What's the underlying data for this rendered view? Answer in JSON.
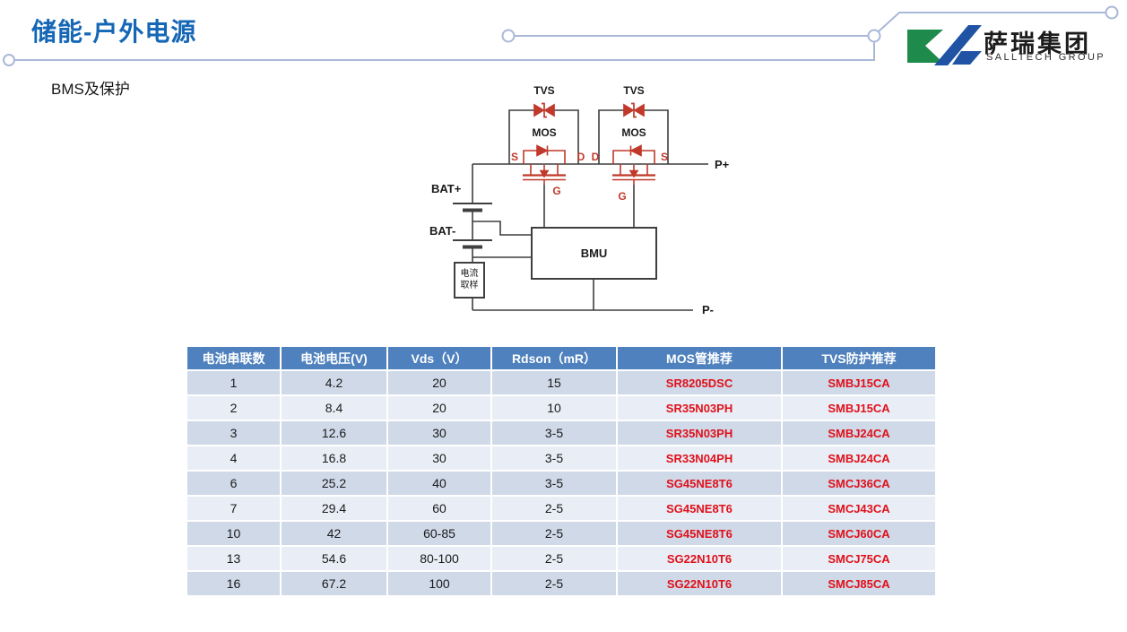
{
  "slide": {
    "title": "储能-户外电源",
    "subtitle": "BMS及保护"
  },
  "logo": {
    "name_cn": "萨瑞集团",
    "name_en": "SALLTECH GROUP"
  },
  "diagram": {
    "labels": {
      "tvs1": "TVS",
      "tvs2": "TVS",
      "mos1": "MOS",
      "mos2": "MOS",
      "mos1_s": "S",
      "mos1_d": "D",
      "mos1_g": "G",
      "mos2_d": "D",
      "mos2_s": "S",
      "mos2_g": "G",
      "bat_plus": "BAT+",
      "bat_minus": "BAT-",
      "bmu": "BMU",
      "current_sample": "电流取样",
      "p_plus": "P+",
      "p_minus": "P-"
    },
    "colors": {
      "symbol_red": "#c0392b",
      "wire": "#3f3f3f"
    }
  },
  "table": {
    "headers": [
      "电池串联数",
      "电池电压(V)",
      "Vds（V）",
      "Rdson（mR）",
      "MOS管推荐",
      "TVS防护推荐"
    ],
    "rows": [
      [
        "1",
        "4.2",
        "20",
        "15",
        "SR8205DSC",
        "SMBJ15CA"
      ],
      [
        "2",
        "8.4",
        "20",
        "10",
        "SR35N03PH",
        "SMBJ15CA"
      ],
      [
        "3",
        "12.6",
        "30",
        "3-5",
        "SR35N03PH",
        "SMBJ24CA"
      ],
      [
        "4",
        "16.8",
        "30",
        "3-5",
        "SR33N04PH",
        "SMBJ24CA"
      ],
      [
        "6",
        "25.2",
        "40",
        "3-5",
        "SG45NE8T6",
        "SMCJ36CA"
      ],
      [
        "7",
        "29.4",
        "60",
        "2-5",
        "SG45NE8T6",
        "SMCJ43CA"
      ],
      [
        "10",
        "42",
        "60-85",
        "2-5",
        "SG45NE8T6",
        "SMCJ60CA"
      ],
      [
        "13",
        "54.6",
        "80-100",
        "2-5",
        "SG22N10T6",
        "SMCJ75CA"
      ],
      [
        "16",
        "67.2",
        "100",
        "2-5",
        "SG22N10T6",
        "SMCJ85CA"
      ]
    ],
    "colors": {
      "header_bg": "#4e81bd",
      "row_dark": "#cfd9e8",
      "row_light": "#e9edf5",
      "part_red": "#e0101a"
    }
  },
  "decor": {
    "line_color": "#a9b8d8",
    "title_color": "#1567b5",
    "logo_green": "#1e8a4c",
    "logo_blue": "#2053a4"
  }
}
